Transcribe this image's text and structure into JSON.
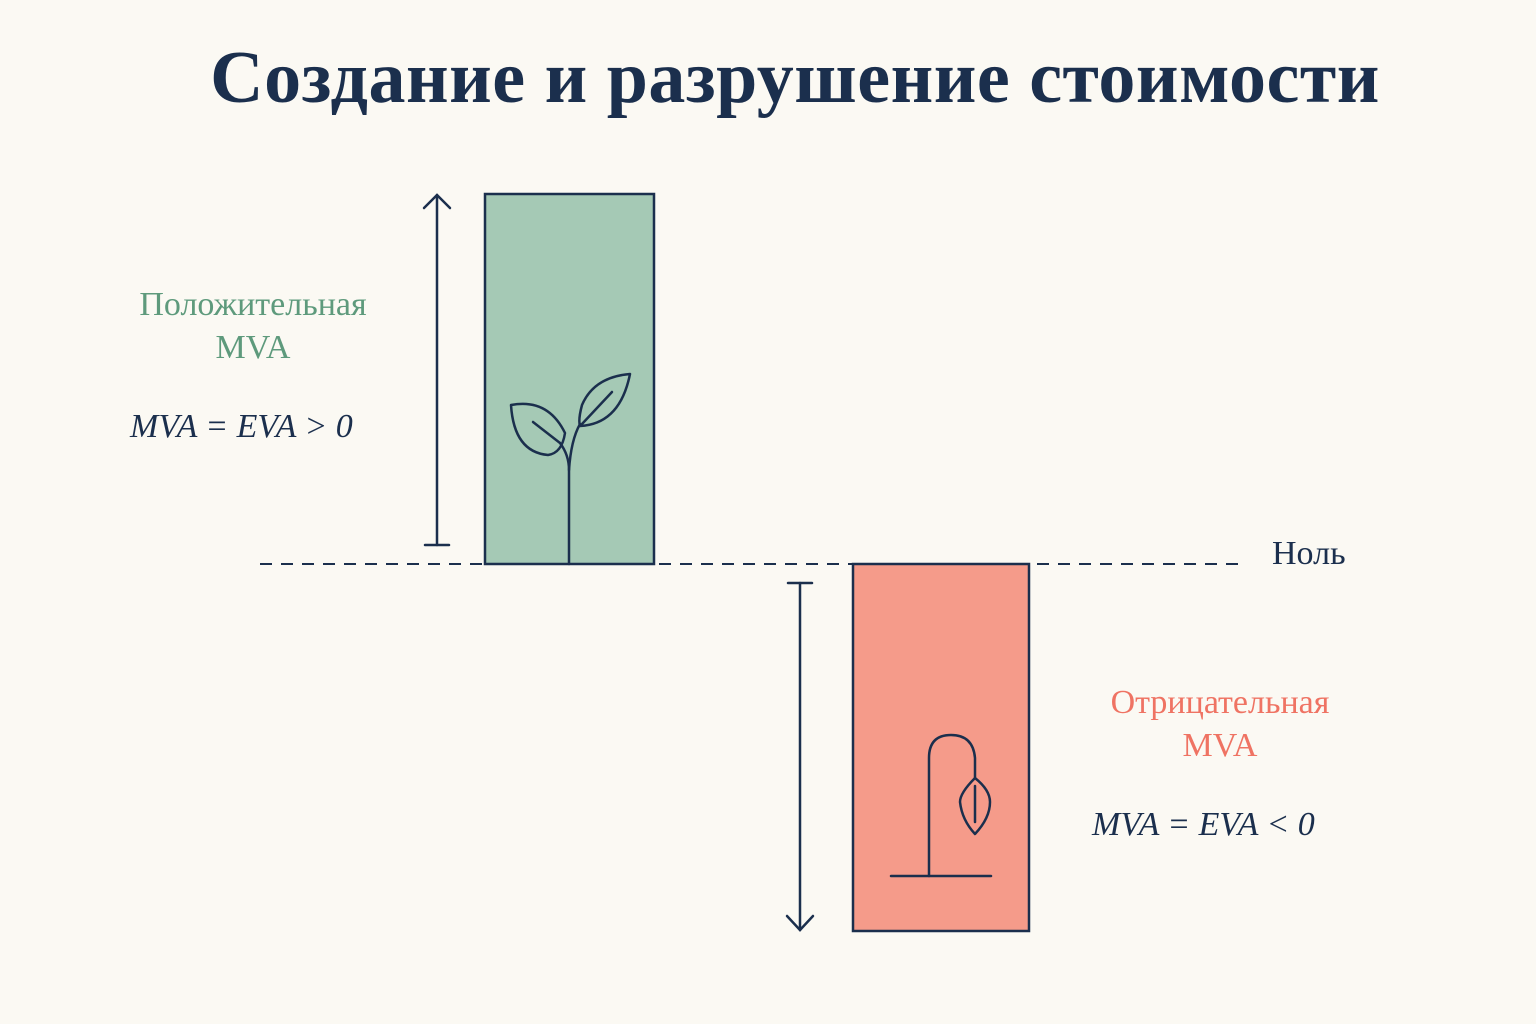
{
  "title": "Создание и разрушение стоимости",
  "positive": {
    "label_line1": "Положительная",
    "label_line2": "MVA",
    "formula": "MVA = EVA > 0",
    "color": "#a5c9b5",
    "text_color": "#5e9a7c",
    "icon": "sprout-icon"
  },
  "negative": {
    "label_line1": "Отрицательная",
    "label_line2": "MVA",
    "formula": "MVA = EVA < 0",
    "color": "#f59b8a",
    "text_color": "#ef7363",
    "icon": "wilted-plant-icon"
  },
  "baseline_label": "Ноль",
  "stroke_color": "#1b2f4d"
}
